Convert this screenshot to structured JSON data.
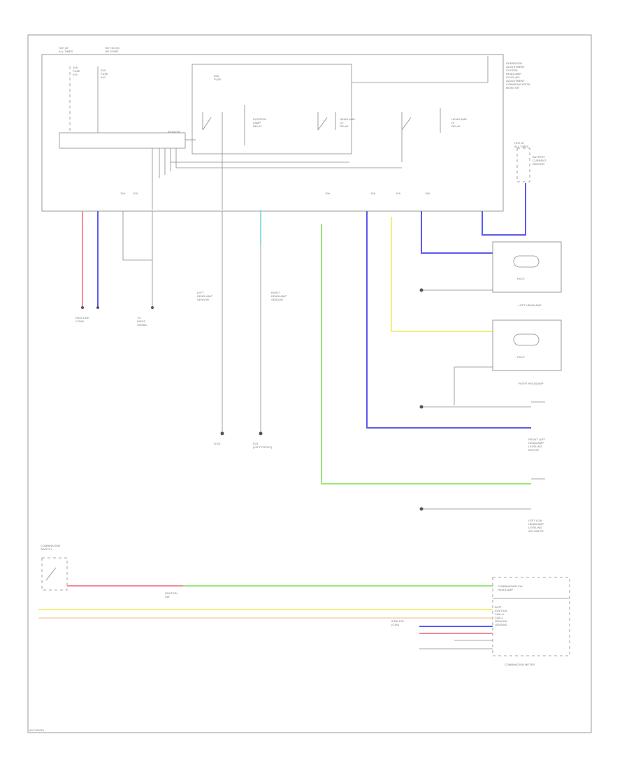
{
  "colors": {
    "frame": "#9a9a9a",
    "thin_wire": "#8a8a8a",
    "red_wire": "#f48a9a",
    "blue_wire": "#5a5aee",
    "green_wire": "#9ae57a",
    "yellow_wire": "#f2ee80",
    "cream_wire": "#f6dcc0",
    "cyan_wire": "#8edcdc"
  },
  "labels": {
    "footer": "AUTODATA",
    "module_status": "OPERATION\nADJUSTMENT\nSYSTEM\nHEADLAMP\nLEVELING\nADJUSTMENT\nCOMMUNICATION\nMONITOR",
    "hot_at_all_times_1": "HOT AT\nALL TIMES",
    "hot_in_on": "HOT IN ON\nOR START",
    "fuse_15a": "10A\nFUSE\n#15",
    "fuse_10a": "15A\nFUSE\n#10",
    "fuse_20a": "20A\nFUSE",
    "position_relay": "POSITION\nLAMP\nRELAY",
    "headlamp_lo_relay": "HEADLAMP\nLO\nRELAY",
    "headlamp_hi_relay": "HEADLAMP\nHI\nRELAY",
    "hot_at_all_times_2": "HOT AT\nALL TIMES",
    "battery_current": "BATTERY\nCURRENT\nSENSOR",
    "module_ctrl": "IPDM E/R",
    "fuse_a": "10A",
    "fuse_b": "10A",
    "fuse_c": "15A",
    "fuse_d": "15A",
    "fuse_e": "10A",
    "fuse_f": "10A",
    "data_line_1": "DATA LINK\nCONN",
    "data_line_2": "TO\nINPUT\nSIGNAL",
    "sw_left": "LEFT\nHEADLAMP\nSENSOR",
    "sw_right": "RIGHT\nHEADLAMP\nSENSOR",
    "g101": "G101",
    "e24": "E24\n(LEFT FRONT)",
    "left_headlamp": "LEFT HEADLAMP",
    "right_headlamp": "RIGHT HEADLAMP",
    "lo_1": "HI/LO",
    "lo_2": "HI/LO",
    "front_motor_1": "FRONT LEFT\nHEADLAMP\nLEVELING\nMOTOR",
    "front_motor_2": "LEFT LOW\nHEADLAMP\nLEVELING\nACTUATOR",
    "combo_switch": "COMBINATION\nSWITCH",
    "combination_meter": "COMBINATION METER",
    "combo_sw_body": "COMBINATION SW\nHEADLAMP",
    "cm_rows": "BATT\nIGNITION\nCAN-H\nCAN-L\nGROUND\nGROUND",
    "ignition_label": "IGNITION\nSW",
    "ipdm_bottom": "IPDM E/R\n(CAN)"
  }
}
